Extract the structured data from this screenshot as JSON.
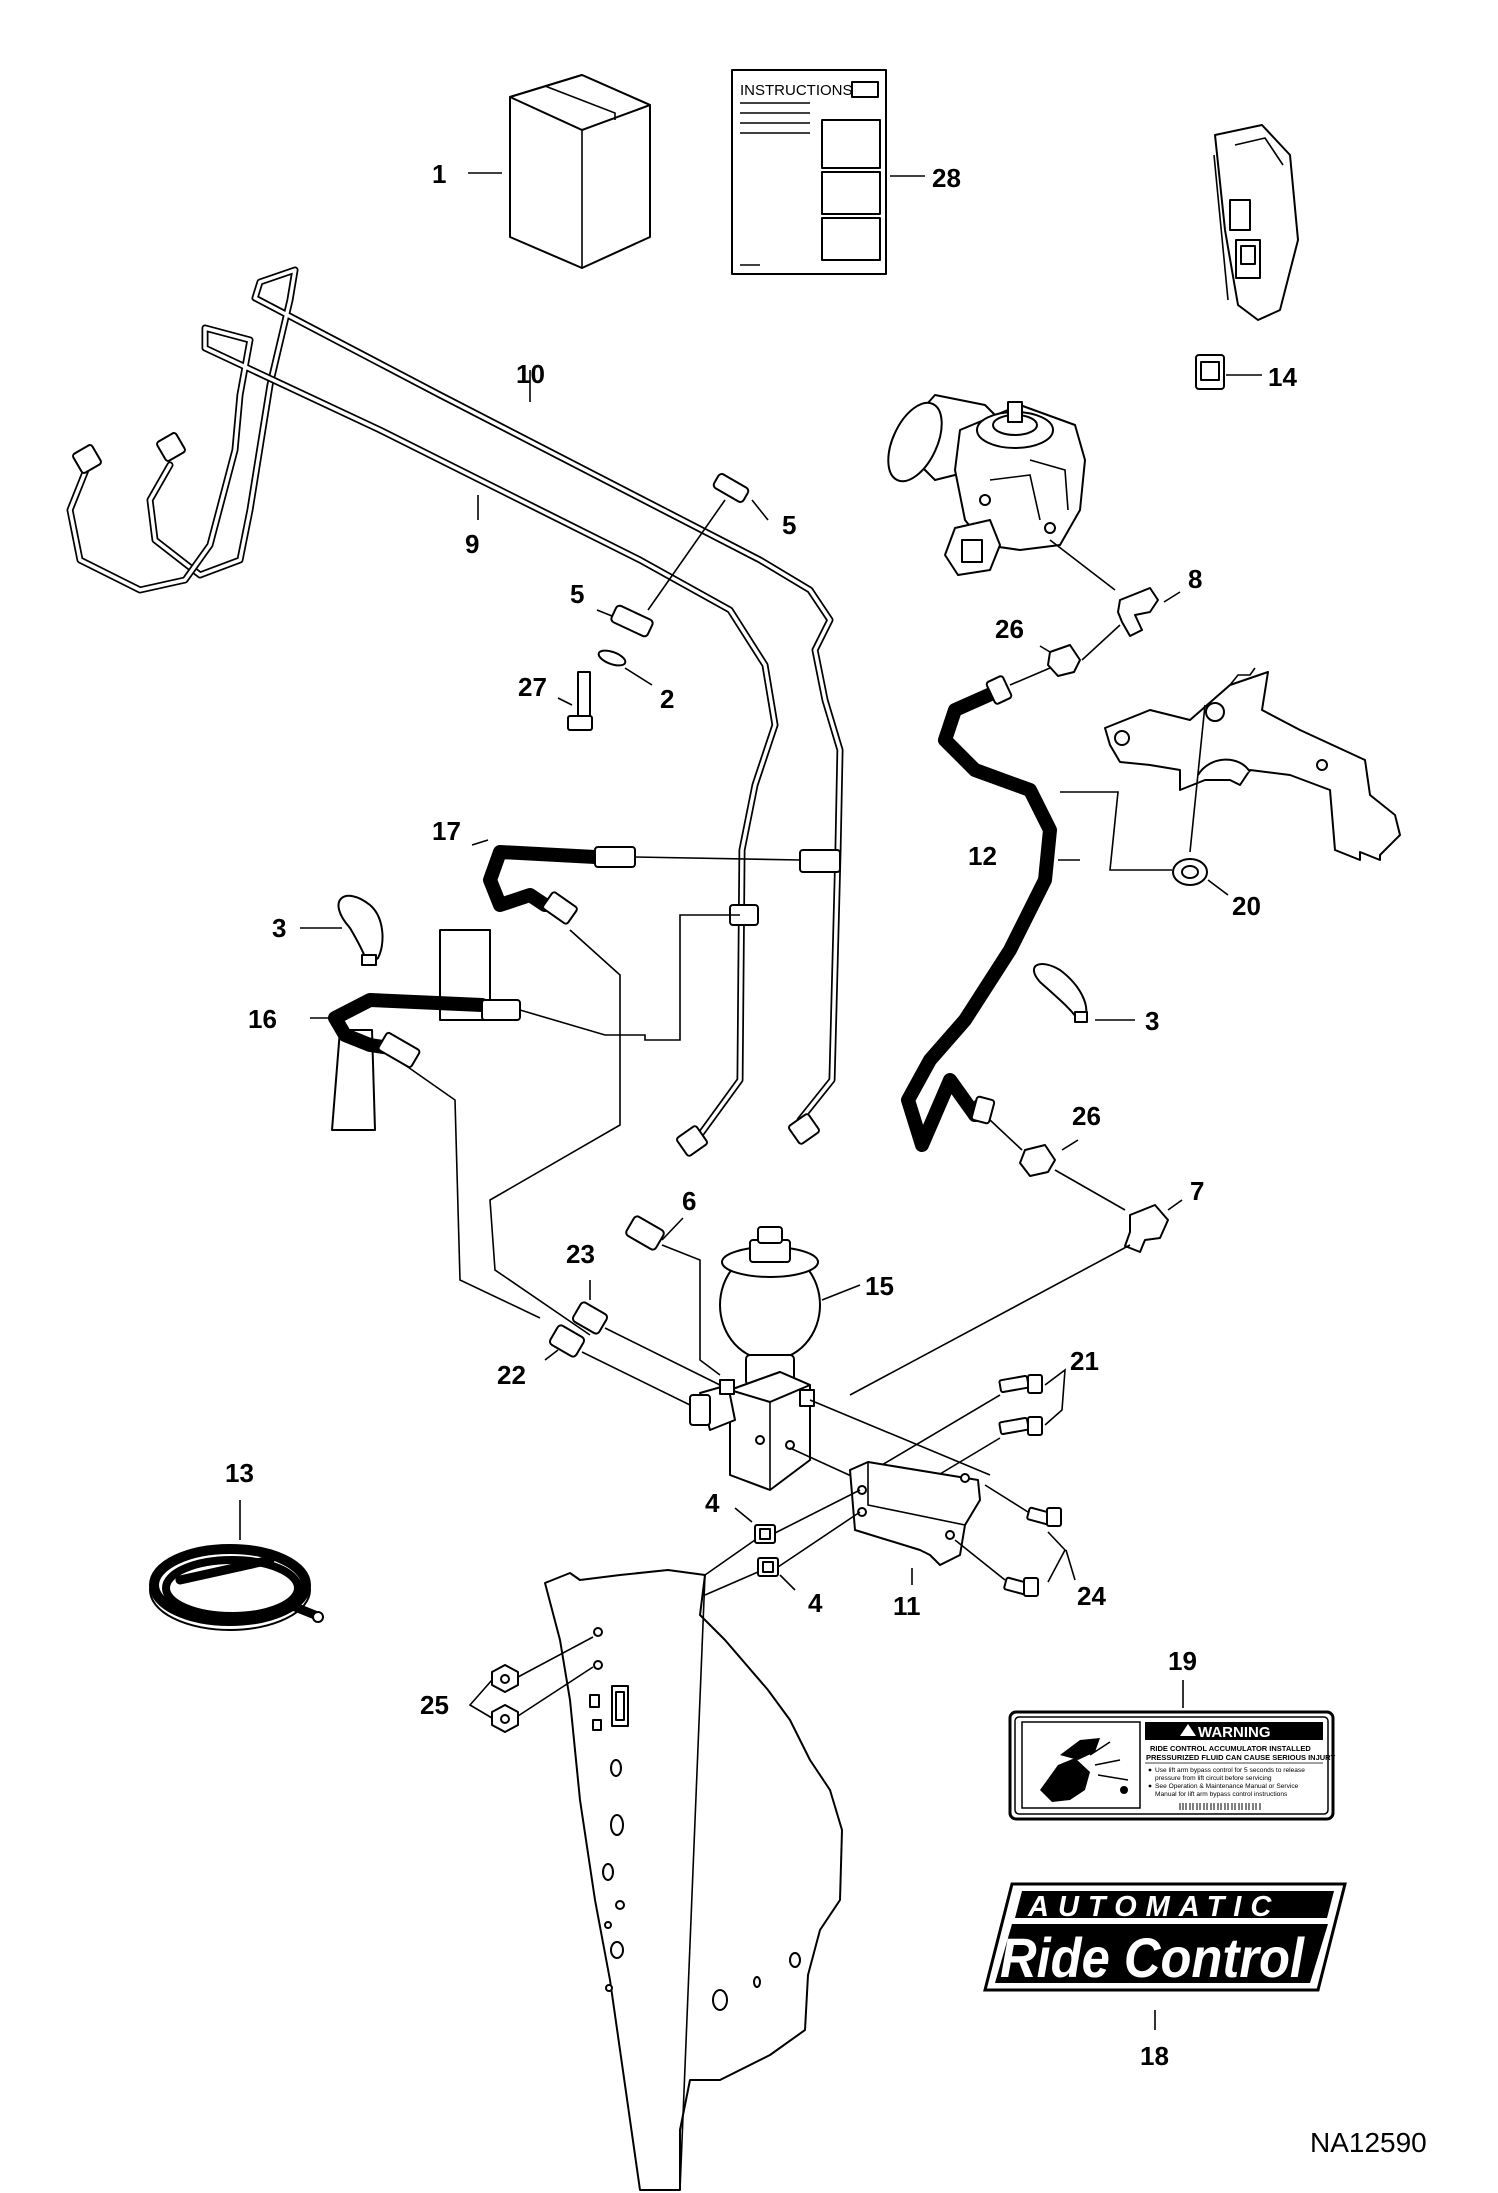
{
  "labels": {
    "l1": "1",
    "l28": "28",
    "l14": "14",
    "l10": "10",
    "l9": "9",
    "l5a": "5",
    "l5b": "5",
    "l2": "2",
    "l27": "27",
    "l8": "8",
    "l26a": "26",
    "l26b": "26",
    "l17": "17",
    "l12": "12",
    "l20": "20",
    "l3a": "3",
    "l3b": "3",
    "l16": "16",
    "l7": "7",
    "l6": "6",
    "l23": "23",
    "l15": "15",
    "l22": "22",
    "l21": "21",
    "l13": "13",
    "l4a": "4",
    "l4b": "4",
    "l11": "11",
    "l24": "24",
    "l25": "25",
    "l19": "19",
    "l18": "18"
  },
  "instructions_sheet": {
    "title": "INSTRUCTIONS"
  },
  "warning_decal": {
    "heading": "WARNING",
    "line1": "RIDE CONTROL ACCUMULATOR INSTALLED",
    "line2": "PRESSURIZED FLUID CAN CAUSE SERIOUS INJURY",
    "bullet1a": "Use lift arm bypass control for 5 seconds to release",
    "bullet1b": "pressure from lift circuit before servicing",
    "bullet2a": "See Operation & Maintenance Manual or Service",
    "bullet2b": "Manual for lift arm bypass control instructions"
  },
  "logo": {
    "line1": "AUTOMATIC",
    "line2": "Ride Control"
  },
  "figure_id": "NA12590"
}
